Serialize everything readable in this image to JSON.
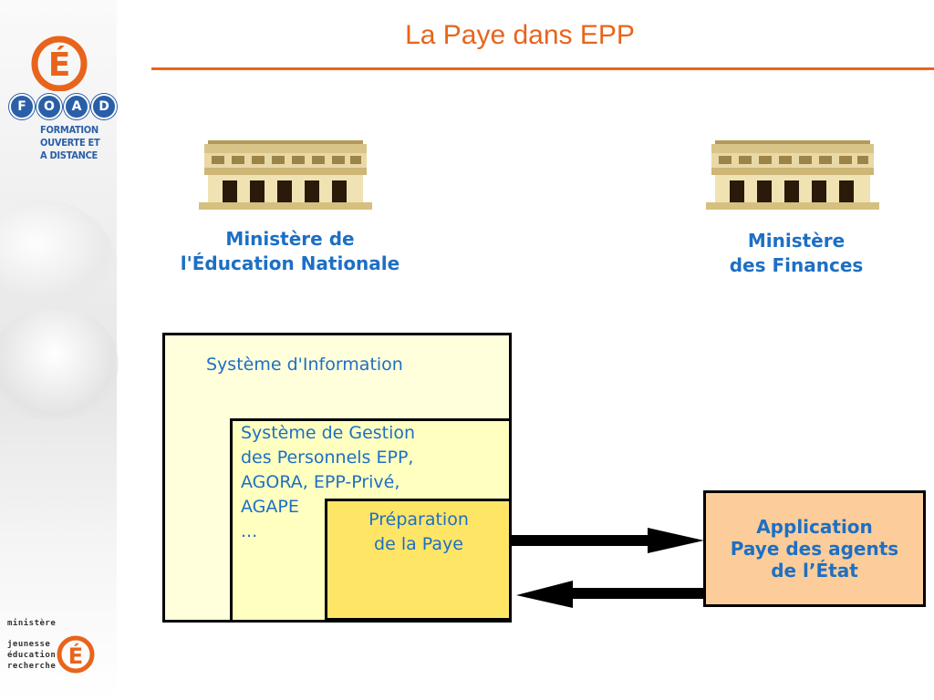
{
  "title": "La Paye dans EPP",
  "branding": {
    "foad_letters": [
      "F",
      "O",
      "A",
      "D"
    ],
    "foad_lines": [
      "FORMATION",
      "OUVERTE ET",
      "A DISTANCE"
    ],
    "ministry_lines": [
      "ministère",
      "jeunesse",
      "éducation",
      "recherche"
    ]
  },
  "ministries": {
    "education": {
      "line1": "Ministère de",
      "line2": "l'Éducation Nationale"
    },
    "finances": {
      "line1": "Ministère",
      "line2": "des Finances"
    }
  },
  "boxes": {
    "systeme_information": "Système d'Information",
    "gestion_lines": [
      "Système de Gestion",
      "des Personnels EPP,",
      "AGORA, EPP-Privé,",
      "AGAPE",
      "..."
    ],
    "preparation_lines": [
      "Préparation",
      "de la Paye"
    ],
    "application_lines": [
      "Application",
      "Paye des agents",
      "de l’État"
    ]
  },
  "colors": {
    "accent_orange": "#e8641c",
    "label_blue": "#1d6fc4",
    "si_fill": "#ffffdc",
    "sgp_fill": "#ffffc0",
    "prep_fill": "#ffe566",
    "app_fill": "#fccd9a"
  }
}
